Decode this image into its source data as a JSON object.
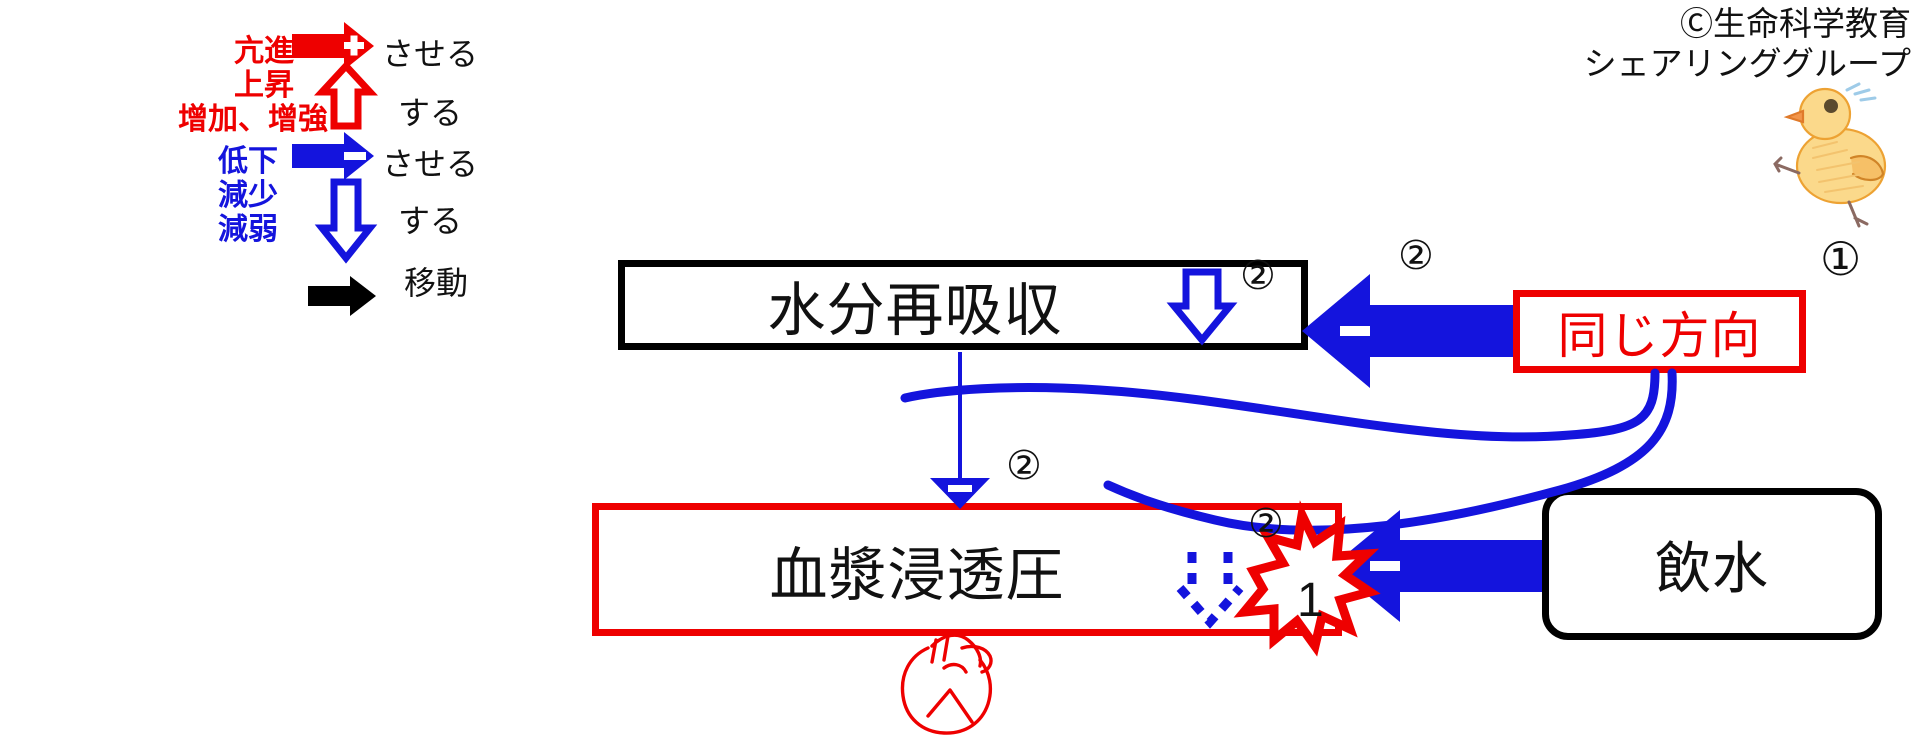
{
  "copyright": {
    "line1": "Ⓒ生命科学教育",
    "line2": "シェアリンググループ"
  },
  "legend": {
    "increase_words": [
      "亢進",
      "上昇",
      "增加、增強"
    ],
    "decrease_words": [
      "低下",
      "減少",
      "減弱"
    ],
    "rows": [
      {
        "key": "solid-red-right",
        "symbol": "+",
        "label": "させる",
        "color": "#ee0000",
        "style": "filled"
      },
      {
        "key": "hollow-red-up",
        "symbol": "",
        "label": "する",
        "color": "#ee0000",
        "style": "hollow"
      },
      {
        "key": "solid-blue-right",
        "symbol": "−",
        "label": "させる",
        "color": "#1414dd",
        "style": "filled"
      },
      {
        "key": "hollow-blue-down",
        "symbol": "",
        "label": "する",
        "color": "#1414dd",
        "style": "hollow"
      },
      {
        "key": "solid-black-right",
        "symbol": "",
        "label": "移動",
        "color": "#000000",
        "style": "filled"
      }
    ]
  },
  "boxes": {
    "reabsorption": {
      "label": "水分再吸収",
      "border_color": "#000000",
      "marker": "②"
    },
    "osmolality": {
      "label": "血漿浸透圧",
      "border_color": "#ee0000",
      "marker": "②",
      "burst_number": "1"
    },
    "same_direction": {
      "label": "同じ方向",
      "border_color": "#ee0000",
      "text_color": "#ee0000",
      "marker": "①"
    },
    "drinking": {
      "label": "飲水",
      "border_color": "#000000"
    }
  },
  "arrow_markers": {
    "to_reabsorption": "②",
    "reabsorption_to_osmolality": "②"
  },
  "colors": {
    "red": "#ee0000",
    "blue": "#1414dd",
    "black": "#000000",
    "white": "#ffffff"
  },
  "icons": {
    "heart": "anatomical-heart-icon",
    "chick": "chick-mascot-icon"
  }
}
